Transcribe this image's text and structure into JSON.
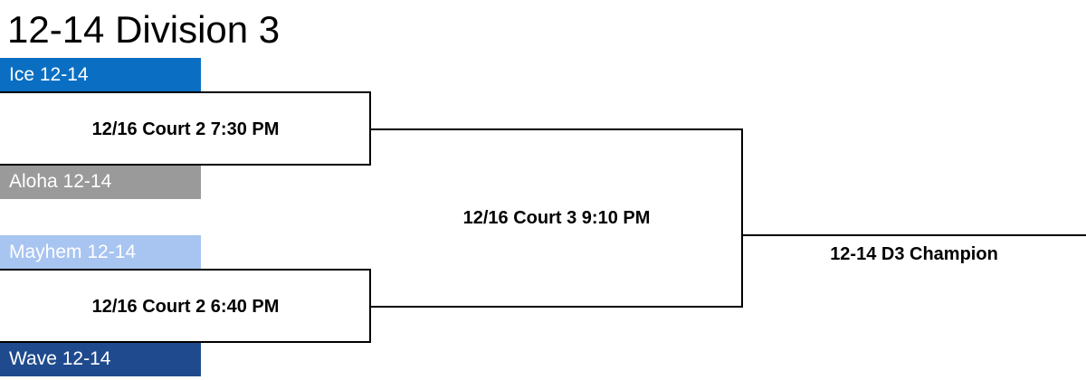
{
  "title": "12-14 Division 3",
  "teams": [
    {
      "name": "Ice 12-14",
      "color": "#0a6fc2"
    },
    {
      "name": "Aloha 12-14",
      "color": "#9a9a9a"
    },
    {
      "name": "Mayhem 12-14",
      "color": "#a8c4f0"
    },
    {
      "name": "Wave 12-14",
      "color": "#1f4b8e"
    }
  ],
  "games": {
    "semifinal_1": "12/16 Court 2 7:30 PM",
    "semifinal_2": "12/16 Court 2 6:40 PM",
    "final": "12/16 Court 3 9:10 PM"
  },
  "champion_label": "12-14 D3 Champion"
}
